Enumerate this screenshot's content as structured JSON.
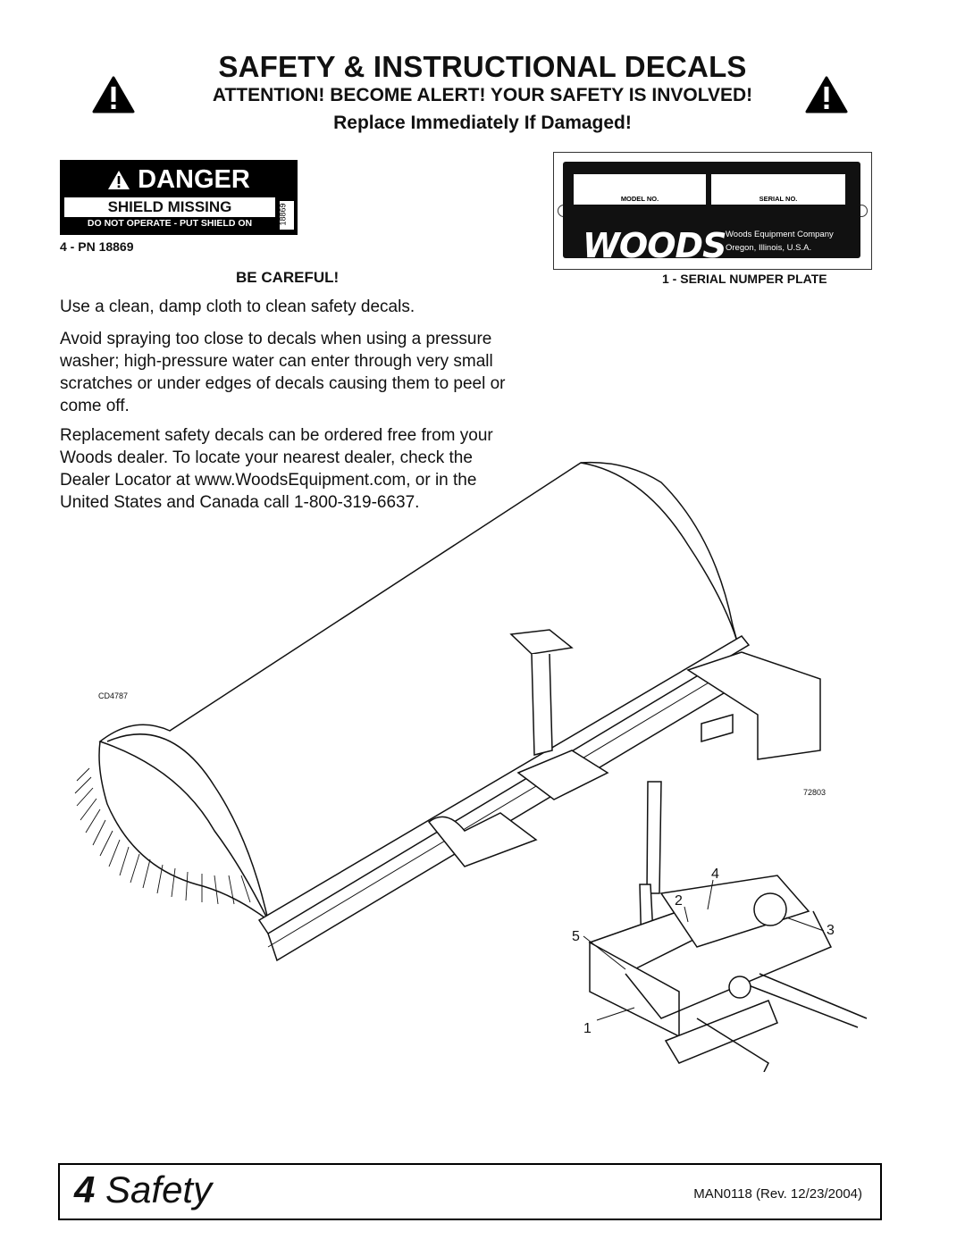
{
  "header": {
    "title": "SAFETY & INSTRUCTIONAL DECALS",
    "attention": "ATTENTION! BECOME ALERT! YOUR SAFETY IS INVOLVED!",
    "replace": "Replace Immediately If Damaged!"
  },
  "danger_decal": {
    "heading": "DANGER",
    "subheading": "SHIELD MISSING",
    "instruction": "DO NOT OPERATE - PUT SHIELD ON",
    "decal_number": "18869",
    "caption": "4 - PN 18869"
  },
  "serial_plate": {
    "model_label": "MODEL NO.",
    "serial_label": "SERIAL NO.",
    "brand": "WOODS",
    "company": "Woods Equipment Company",
    "location": "Oregon, Illinois, U.S.A.",
    "caption": "1 - SERIAL NUMPER PLATE"
  },
  "body": {
    "heading": "BE CAREFUL!",
    "p1": "Use a clean, damp cloth to clean safety decals.",
    "p2_lines": [
      "Avoid spraying too close to decals when using a pressure",
      "washer; high-pressure water can enter through very small",
      "scratches or under edges of decals causing them to peel or",
      "come off."
    ],
    "p3_lines": [
      "Replacement safety decals can be ordered free from your",
      "Woods dealer. To locate your nearest dealer, check the",
      "Dealer Locator at www.WoodsEquipment.com, or in the",
      "United States and Canada call 1-800-319-6637."
    ]
  },
  "figure": {
    "ref_left": "CD4787",
    "ref_right": "72803",
    "callouts": [
      "4",
      "2",
      "3",
      "5",
      "1"
    ]
  },
  "footer": {
    "page_number": "4",
    "section": "Safety",
    "doc_id": "MAN0118 (Rev. 12/23/2004)"
  }
}
